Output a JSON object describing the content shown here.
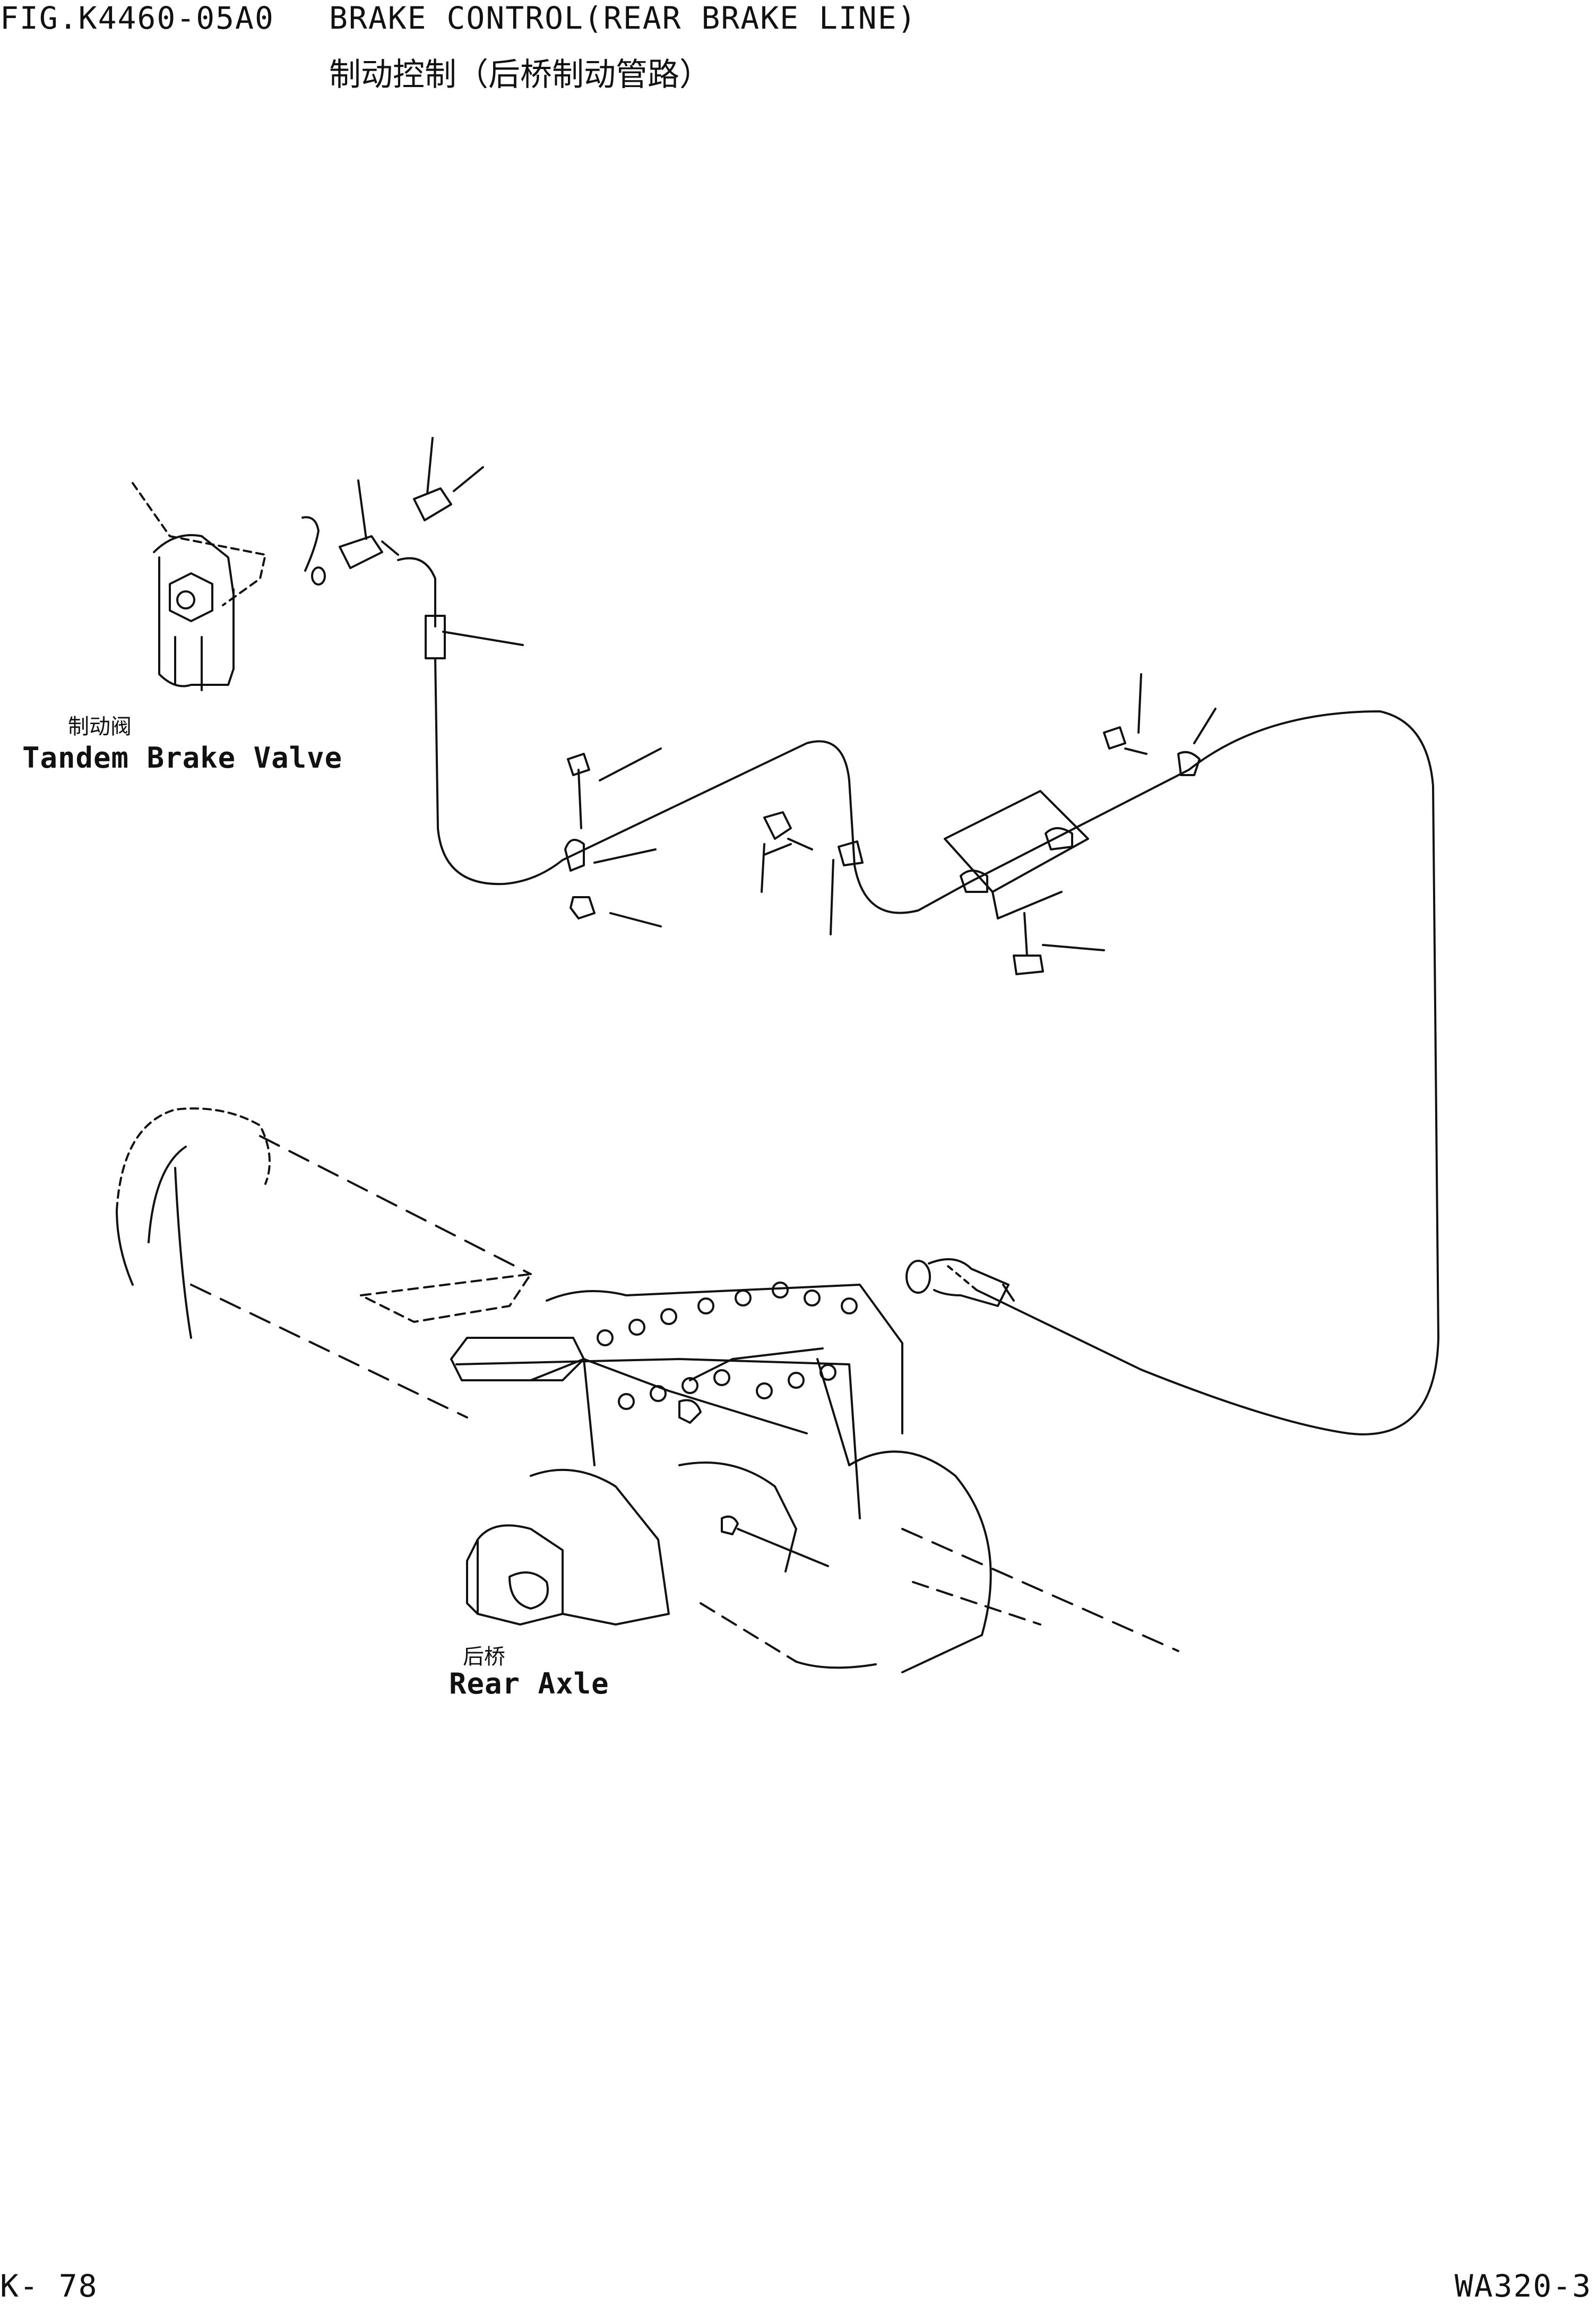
{
  "header": {
    "fig_number": "FIG.K4460-05A0",
    "title_en": "BRAKE CONTROL(REAR BRAKE LINE)",
    "title_cn": "制动控制（后桥制动管路）"
  },
  "labels": {
    "brake_valve_cn": "制动阀",
    "brake_valve_en": "Tandem Brake Valve",
    "rear_axle_cn": "后桥",
    "rear_axle_en": "Rear Axle"
  },
  "footer": {
    "page": "K- 78",
    "model": "WA320-3"
  },
  "colors": {
    "ink": "#111111",
    "paper": "#ffffff"
  }
}
